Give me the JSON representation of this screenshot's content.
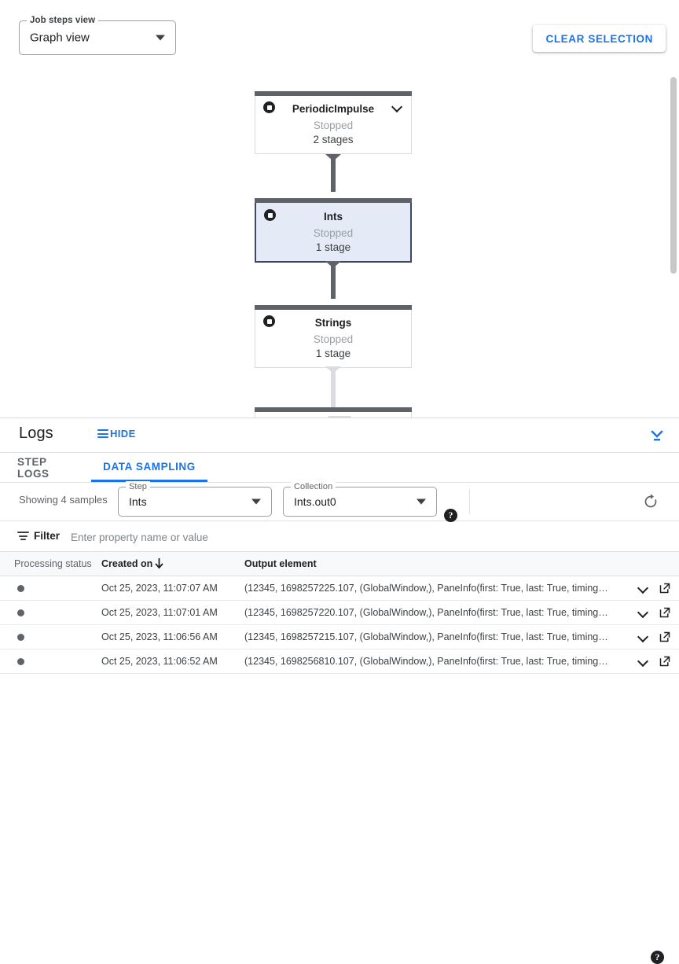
{
  "graph": {
    "view_select": {
      "label": "Job steps view",
      "value": "Graph view"
    },
    "clear_selection_label": "CLEAR SELECTION",
    "nodes": [
      {
        "title": "PeriodicImpulse",
        "status": "Stopped",
        "stages": "2 stages",
        "selected": false,
        "has_chevron": true
      },
      {
        "title": "Ints",
        "status": "Stopped",
        "stages": "1 stage",
        "selected": true,
        "has_chevron": false
      },
      {
        "title": "Strings",
        "status": "Stopped",
        "stages": "1 stage",
        "selected": false,
        "has_chevron": false
      }
    ]
  },
  "logs": {
    "title": "Logs",
    "hide_label": "HIDE",
    "tabs": [
      {
        "label": "STEP LOGS",
        "active": false
      },
      {
        "label": "DATA SAMPLING",
        "active": true
      }
    ],
    "controls": {
      "samples_text": "Showing 4 samples",
      "step": {
        "label": "Step",
        "value": "Ints"
      },
      "collection": {
        "label": "Collection",
        "value": "Ints.out0"
      },
      "help_glyph": "?"
    },
    "filter": {
      "label": "Filter",
      "placeholder": "Enter property name or value",
      "value": "",
      "help_glyph": "?"
    },
    "table": {
      "columns": [
        "Processing status",
        "Created on",
        "Output element"
      ],
      "sorted_column": "Created on",
      "sort_direction": "desc",
      "rows": [
        {
          "status": "processed",
          "created_on": "Oct 25, 2023, 11:07:07 AM",
          "output_element": "(12345, 1698257225.107, (GlobalWindow,), PaneInfo(first: True, last: True, timing…"
        },
        {
          "status": "processed",
          "created_on": "Oct 25, 2023, 11:07:01 AM",
          "output_element": "(12345, 1698257220.107, (GlobalWindow,), PaneInfo(first: True, last: True, timing…"
        },
        {
          "status": "processed",
          "created_on": "Oct 25, 2023, 11:06:56 AM",
          "output_element": "(12345, 1698257215.107, (GlobalWindow,), PaneInfo(first: True, last: True, timing…"
        },
        {
          "status": "processed",
          "created_on": "Oct 25, 2023, 11:06:52 AM",
          "output_element": "(12345, 1698256810.107, (GlobalWindow,), PaneInfo(first: True, last: True, timing…"
        }
      ]
    }
  },
  "colors": {
    "accent_blue": "#1a73e8",
    "node_bar": "#5f6368",
    "selected_node_fill": "#e4eaf6",
    "selected_node_border": "#394867",
    "status_dot": "#5f6368"
  }
}
